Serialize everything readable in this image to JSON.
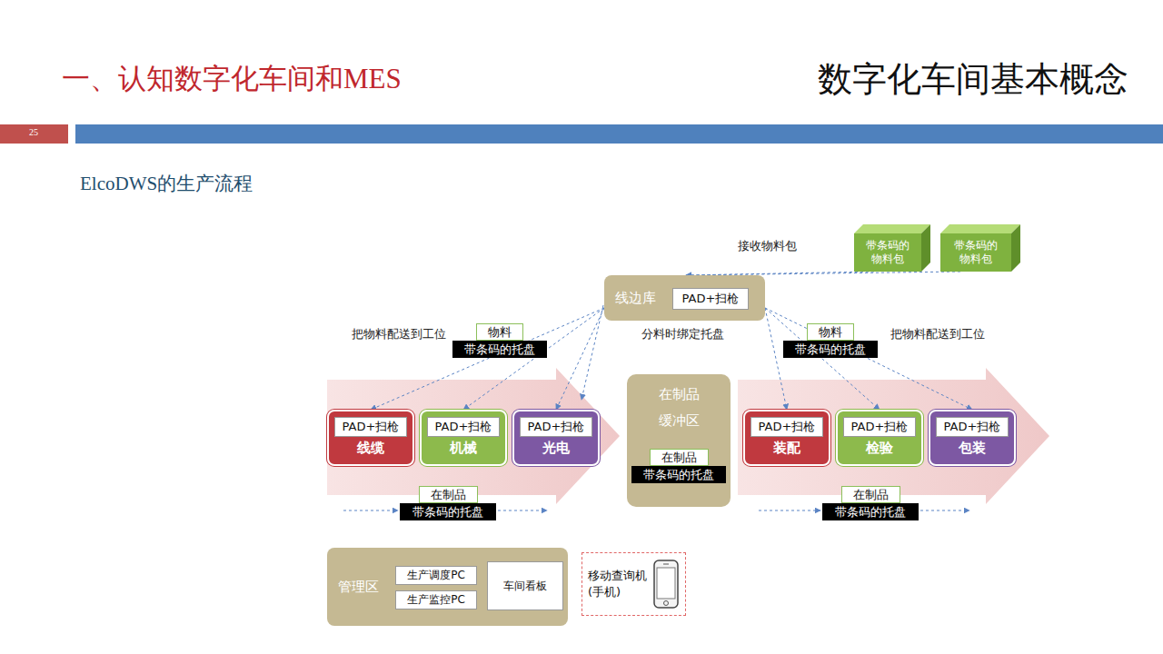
{
  "diagram": {
    "title": "一、认知数字化车间和MES",
    "nodes": [
      {
        "text": [
          "带条码的物料包"
        ]
      },
      {
        "text": [
          "带条码的物料包"
        ]
      },
      {
        "text": [
          "线边库"
        ]
      },
      {
        "text": [
          "PAD+扫枪"
        ],
        "in": 2
      },
      {
        "text": [
          "物料",
          "带条码的托盘"
        ]
      },
      {
        "text": [
          "物料",
          "带条码的托盘"
        ]
      },
      {
        "text": [
          "线缆"
        ]
      },
      {
        "text": [
          "PAD+扫枪"
        ],
        "in": 6
      },
      {
        "text": [
          "机械"
        ]
      },
      {
        "text": [
          "PAD+扫枪"
        ],
        "in": 8
      },
      {
        "text": [
          "光电"
        ]
      },
      {
        "text": [
          "PAD+扫枪"
        ],
        "in": 10
      },
      {
        "text": [
          "在制品 缓冲区"
        ]
      },
      {
        "text": [
          "在制品",
          "带条码的托盘"
        ],
        "in": 12
      },
      {
        "text": [
          "装配"
        ]
      },
      {
        "text": [
          "PAD+扫枪"
        ],
        "in": 14
      },
      {
        "text": [
          "检验"
        ]
      },
      {
        "text": [
          "PAD+扫枪"
        ],
        "in": 16
      },
      {
        "text": [
          "包装"
        ]
      },
      {
        "text": [
          "PAD+扫枪"
        ],
        "in": 18
      },
      {
        "text": [
          "在制品",
          "带条码的托盘"
        ]
      },
      {
        "text": [
          "在制品",
          "带条码的托盘"
        ]
      },
      {
        "text": [
          "管理区"
        ]
      },
      {
        "text": [
          "生产调度PC"
        ],
        "in": 22
      },
      {
        "text": [
          "生产监控PC"
        ],
        "in": 22
      },
      {
        "text": [
          "车间看板"
        ],
        "in": 22
      },
      {
        "text": [
          "移动查询机 (手机)"
        ]
      }
    ],
    "edges": [
      {
        "from": 1,
        "to": 2,
        "label": "接收物料包",
        "arrow": "to"
      },
      {
        "from": 0,
        "to": 2,
        "arrow": "to"
      },
      {
        "from": 2,
        "to": 6,
        "arrow": "to"
      },
      {
        "from": 2,
        "to": 8,
        "arrow": "to"
      },
      {
        "from": 2,
        "to": 10,
        "arrow": "to"
      },
      {
        "from": 2,
        "to": 14,
        "arrow": "to"
      },
      {
        "from": 2,
        "to": 16,
        "arrow": "to"
      },
      {
        "from": 2,
        "to": 18,
        "arrow": "to"
      }
    ],
    "labels": [
      "数字化车间基本概念",
      "25",
      "ElcoDWS的生产流程",
      "把物料配送到工位",
      "分料时绑定托盘",
      "把物料配送到工位"
    ]
  }
}
